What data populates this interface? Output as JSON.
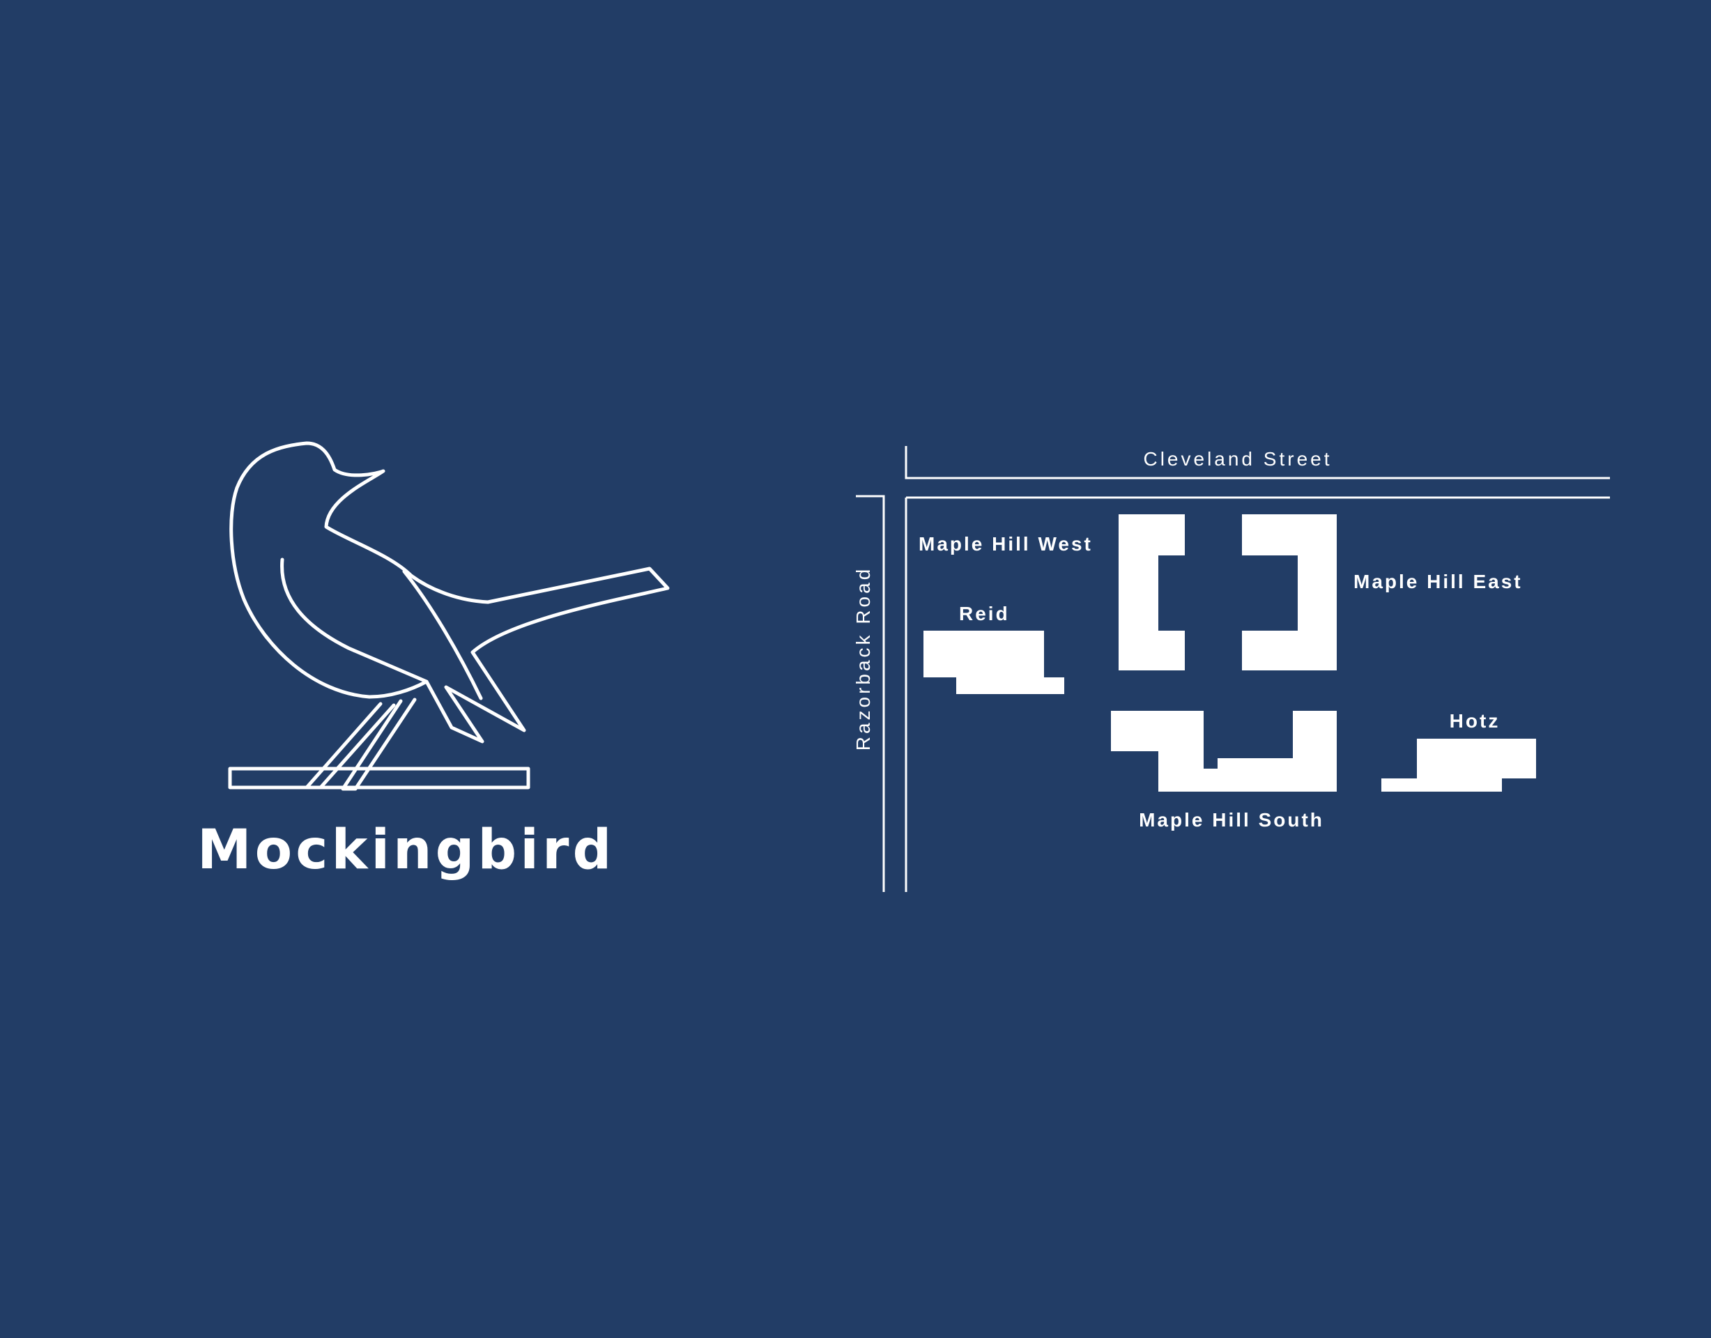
{
  "brand": {
    "name": "Mockingbird",
    "logo_icon": "mockingbird-on-perch-icon"
  },
  "map": {
    "streets": {
      "north": "Cleveland Street",
      "west": "Razorback Road"
    },
    "buildings": {
      "maple_hill_west": "Maple Hill West",
      "maple_hill_east": "Maple Hill East",
      "reid": "Reid",
      "maple_hill_south": "Maple Hill South",
      "hotz": "Hotz"
    }
  },
  "colors": {
    "background": "#223d66",
    "foreground": "#ffffff"
  }
}
